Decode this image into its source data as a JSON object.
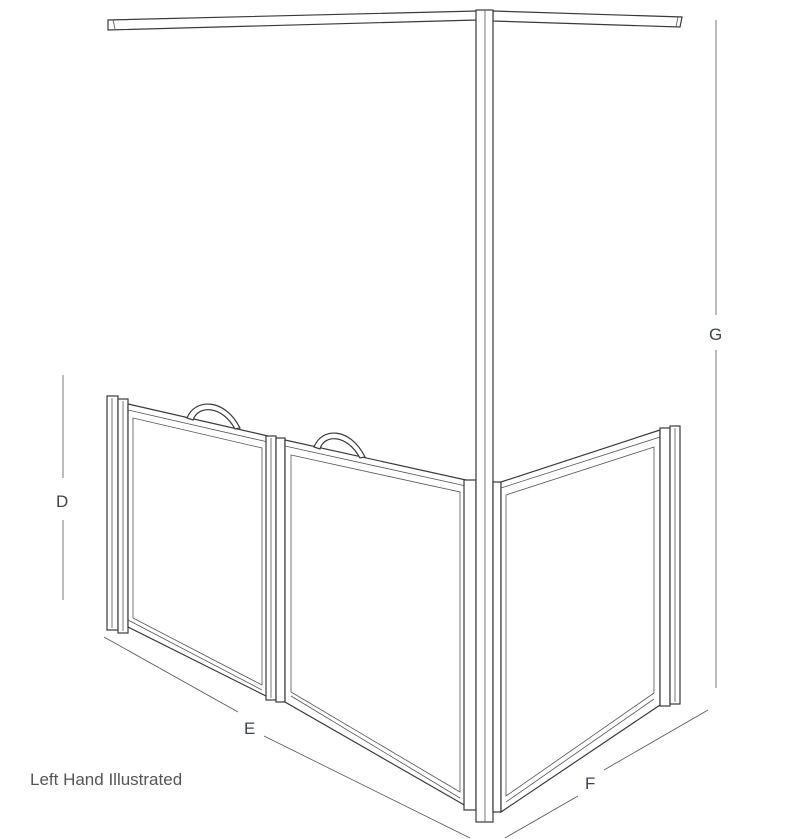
{
  "caption": "Left Hand Illustrated",
  "dimensions": {
    "D": "D",
    "E": "E",
    "F": "F",
    "G": "G"
  },
  "colors": {
    "line": "#3a3a3a",
    "label": "#3f444a",
    "background": "#ffffff"
  }
}
